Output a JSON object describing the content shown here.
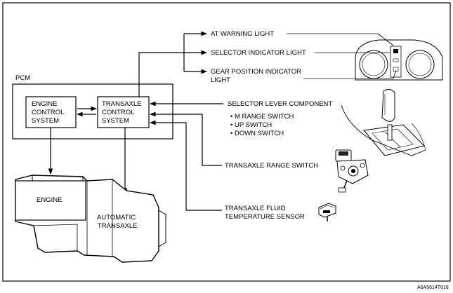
{
  "pcm": {
    "label": "PCM"
  },
  "ecs": {
    "line1": "ENGINE",
    "line2": "CONTROL",
    "line3": "SYSTEM"
  },
  "tcs": {
    "line1": "TRANSAXLE",
    "line2": "CONTROL",
    "line3": "SYSTEM"
  },
  "outputs": {
    "at_warning": "AT WARNING LIGHT",
    "selector_indicator": "SELECTOR INDICATOR LIGHT",
    "gear_position_line1": "GEAR POSITION INDICATOR",
    "gear_position_line2": "LIGHT"
  },
  "inputs": {
    "selector_lever": "SELECTOR LEVER COMPONENT",
    "switches": [
      "• M RANGE SWITCH",
      "• UP SWITCH",
      "• DOWN SWITCH"
    ],
    "range_switch": "TRANSAXLE RANGE SWITCH",
    "fluid_temp_line1": "TRANSAXLE FLUID",
    "fluid_temp_line2": "TEMPERATURE SENSOR"
  },
  "engine": {
    "label": "ENGINE"
  },
  "transaxle": {
    "line1": "AUTOMATIC",
    "line2": "TRANSAXLE"
  },
  "figure_code": "A6A5614T018"
}
